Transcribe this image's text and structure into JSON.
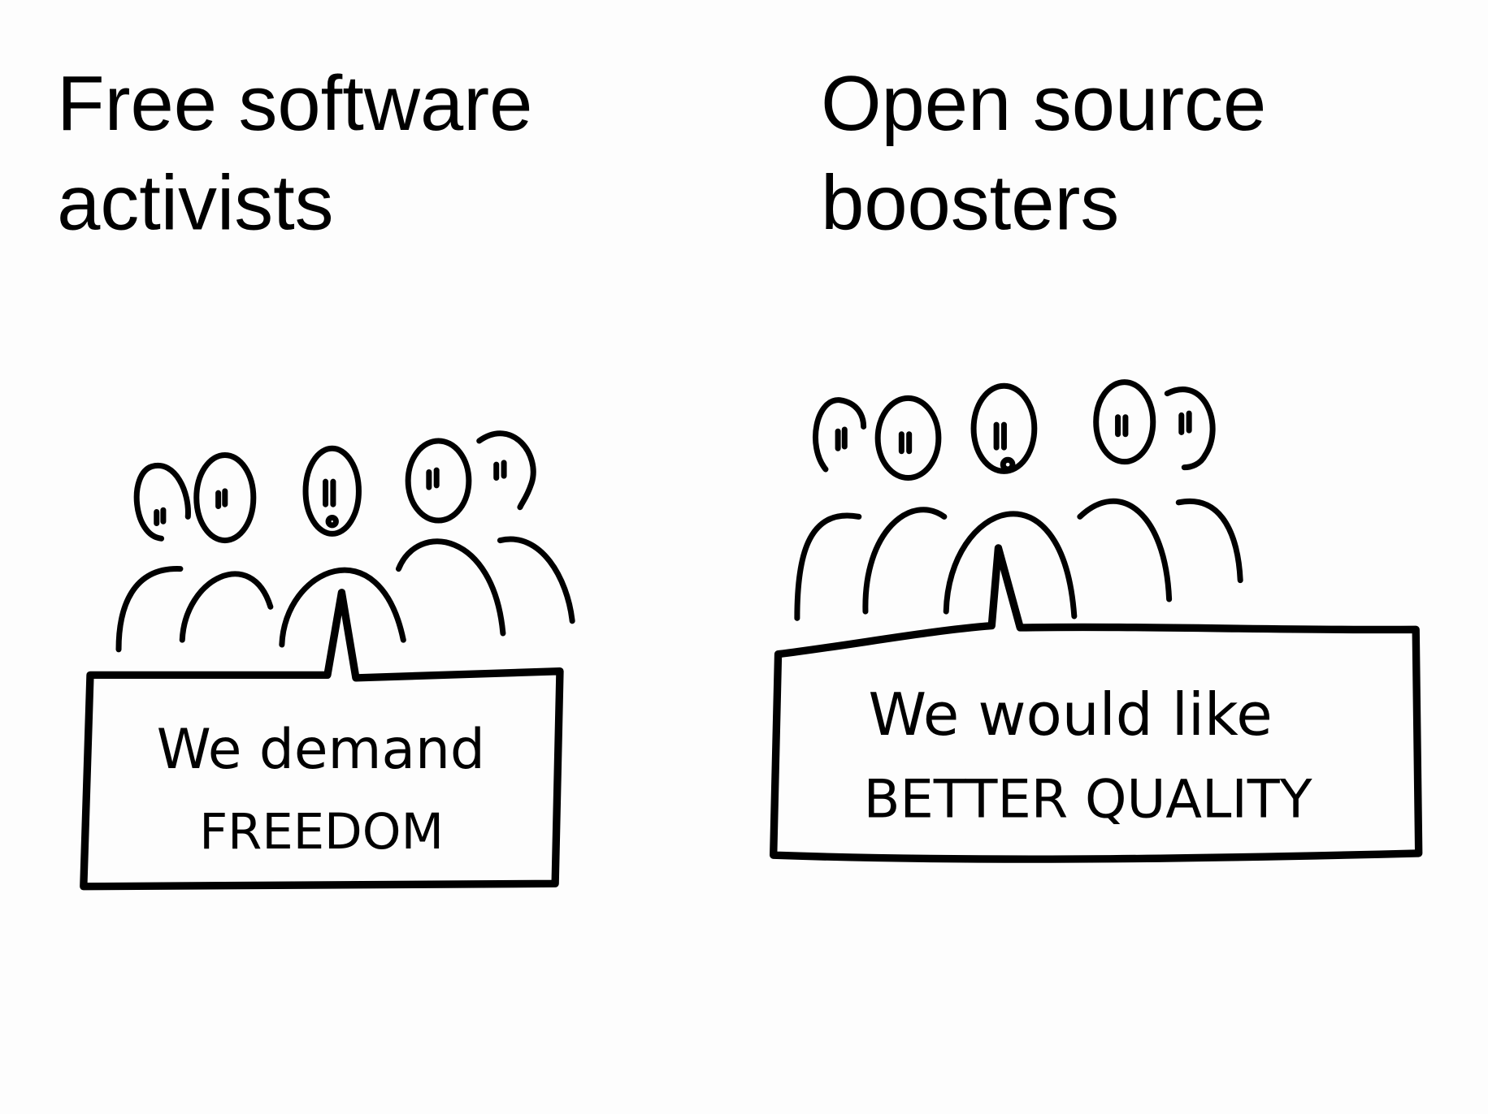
{
  "left": {
    "title_line1": "Free software",
    "title_line2": "activists",
    "sign_line1": "We demand",
    "sign_line2": "FREEDOM"
  },
  "right": {
    "title_line1": "Open source",
    "title_line2": "boosters",
    "sign_line1": "We would like",
    "sign_line2": "BETTER QUALITY"
  }
}
